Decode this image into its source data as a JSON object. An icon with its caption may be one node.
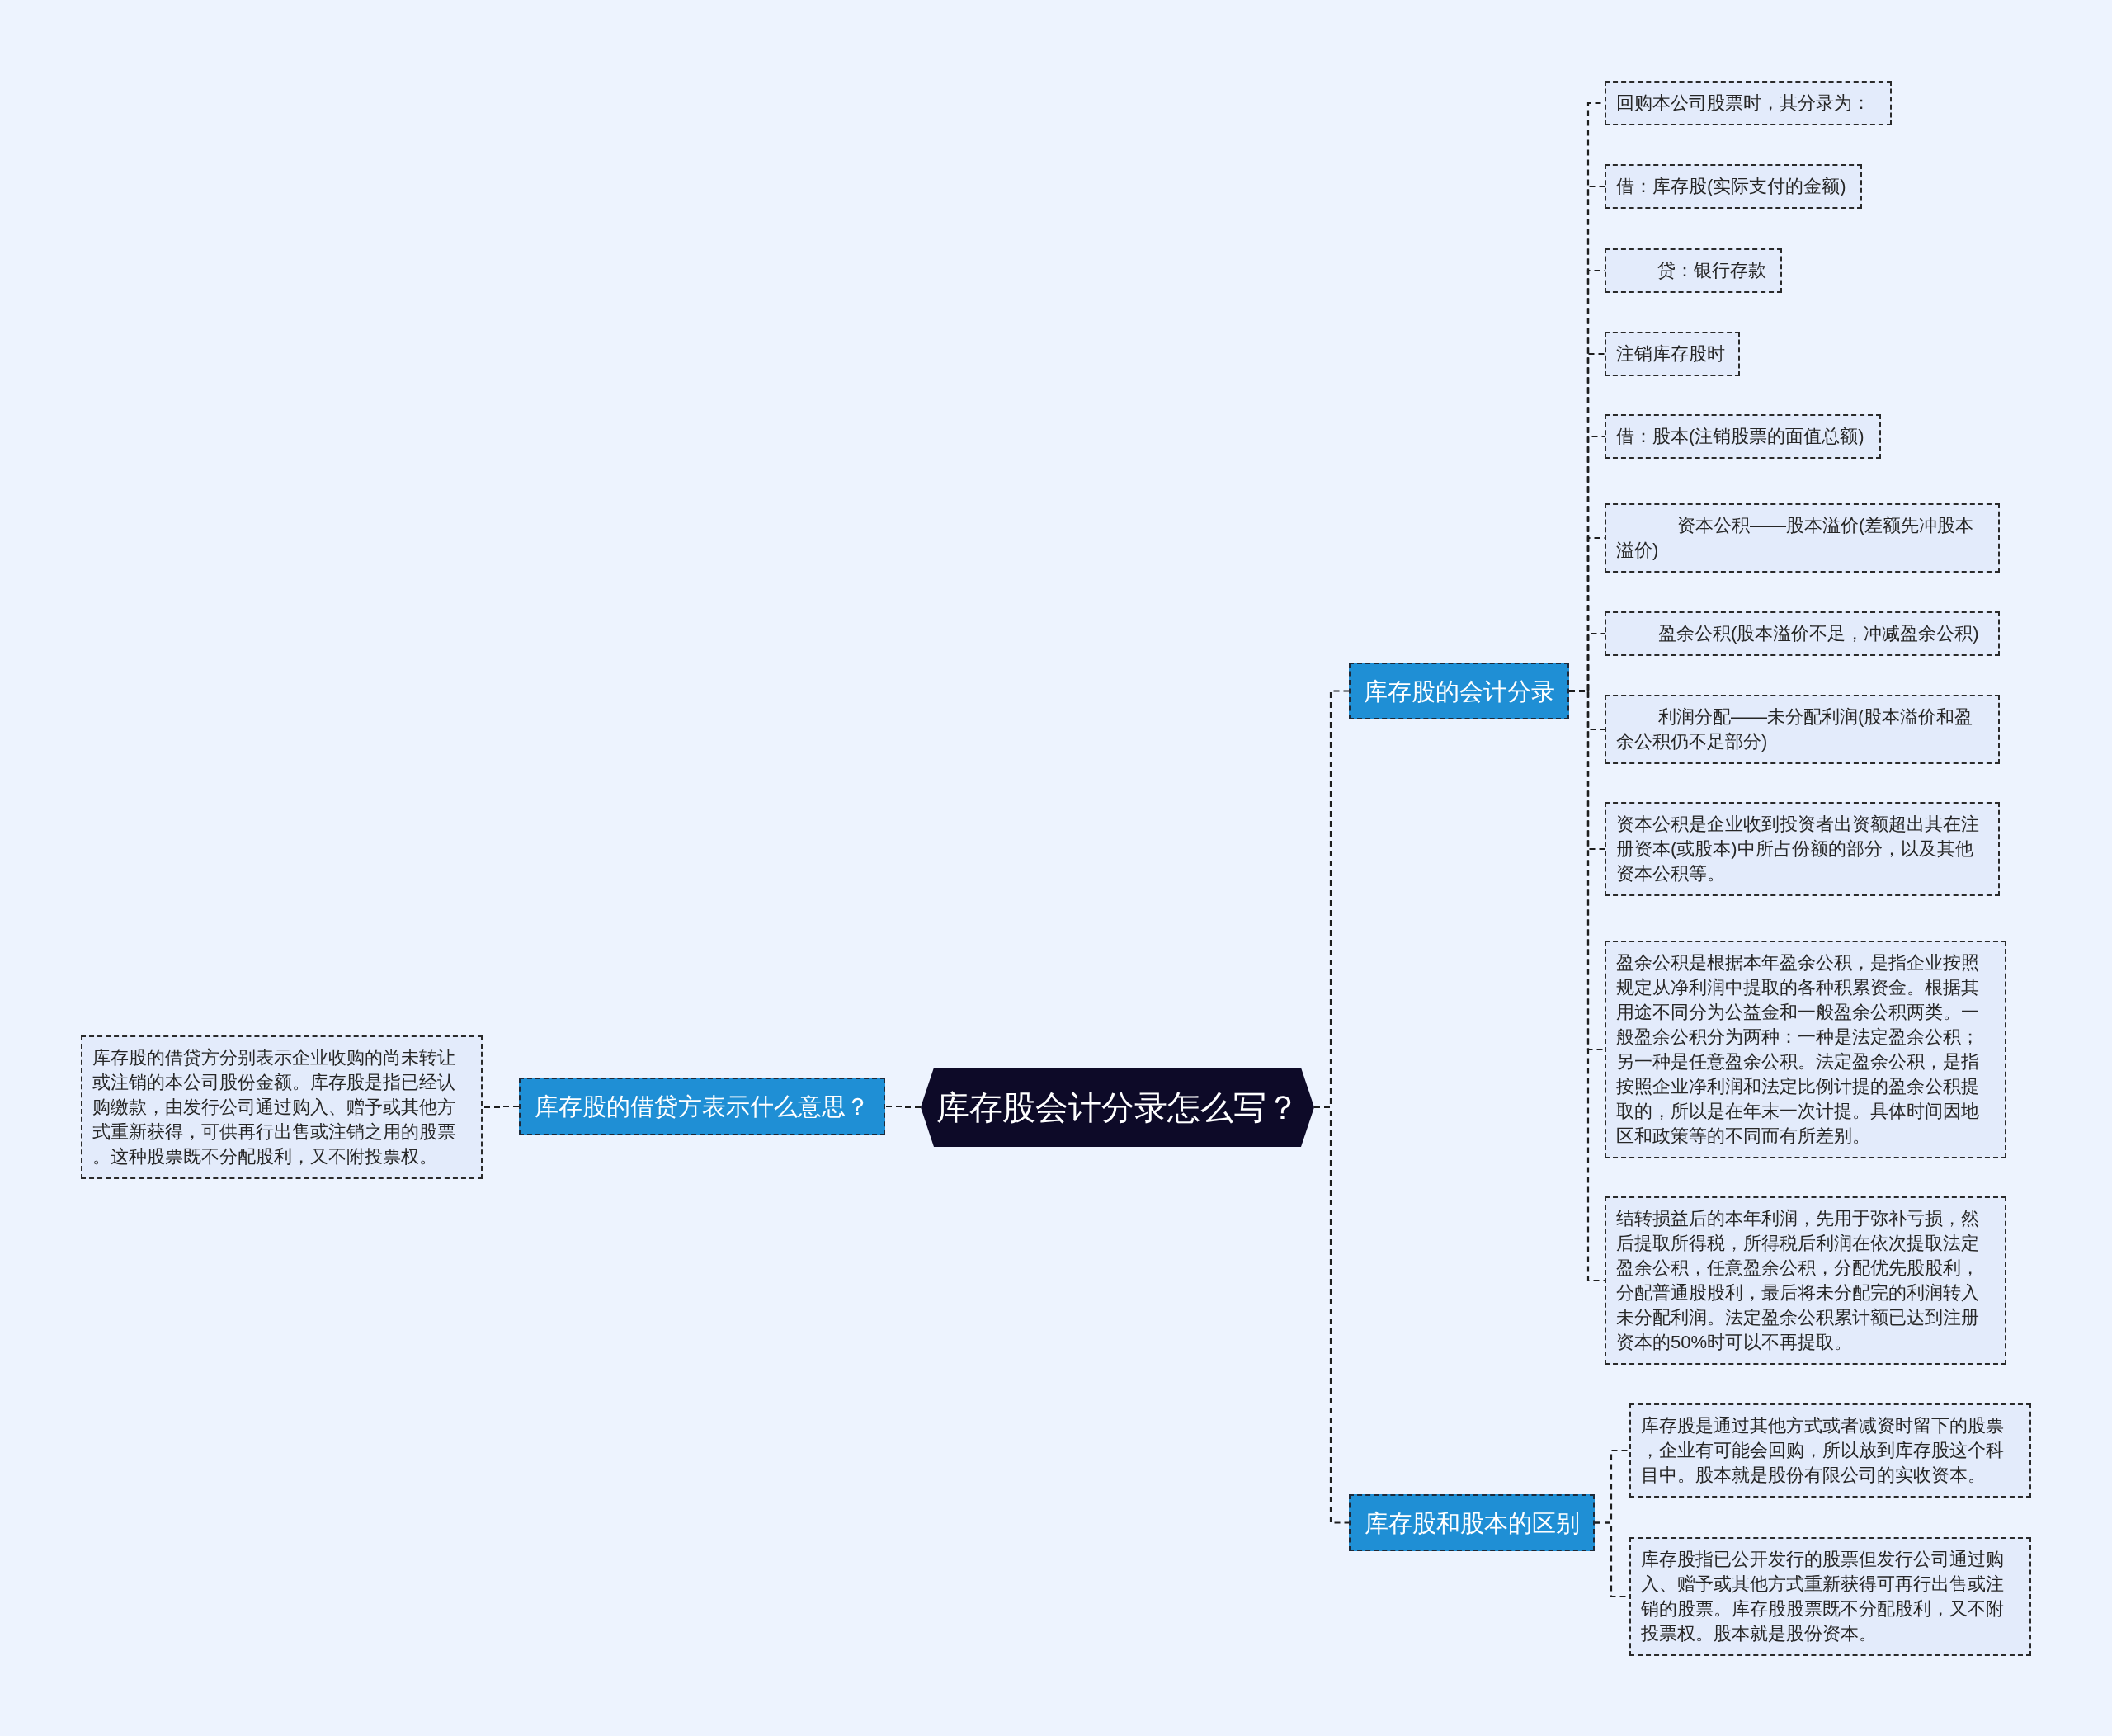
{
  "diagram": {
    "nodes": [
      {
        "text": [
          "库存股会计分录怎么写？"
        ]
      },
      {
        "text": [
          "库存股的借贷方表示什么意思？"
        ]
      },
      {
        "text": [
          "库存股的借贷方分别表示企业收购的尚未转让或注销的本公司股份金额。库存股是指已经认购缴款，由发行公司通过购入、赠予或其他方式重新获得，可供再行出售或注销之用的股票。这种股票既不分配股利，又不附投票权。"
        ]
      },
      {
        "text": [
          "库存股的会计分录"
        ]
      },
      {
        "text": [
          "回购本公司股票时，其分录为："
        ]
      },
      {
        "text": [
          "借：库存股(实际支付的金额)"
        ]
      },
      {
        "text": [
          "贷：银行存款"
        ]
      },
      {
        "text": [
          "注销库存股时"
        ]
      },
      {
        "text": [
          "借：股本(注销股票的面值总额)"
        ]
      },
      {
        "text": [
          "资本公积——股本溢价(差额先冲股本溢价)"
        ]
      },
      {
        "text": [
          "盈余公积(股本溢价不足，冲减盈余公积)"
        ]
      },
      {
        "text": [
          "利润分配——未分配利润(股本溢价和盈余公积仍不足部分)"
        ]
      },
      {
        "text": [
          "资本公积是企业收到投资者出资额超出其在注册资本(或股本)中所占份额的部分，以及其他资本公积等。"
        ]
      },
      {
        "text": [
          "盈余公积是根据本年盈余公积，是指企业按照规定从净利润中提取的各种积累资金。根据其用途不同分为公益金和一般盈余公积两类。一般盈余公积分为两种：一种是法定盈余公积；另一种是任意盈余公积。法定盈余公积，是指按照企业净利润和法定比例计提的盈余公积提取的，所以是在年末一次计提。具体时间因地区和政策等的不同而有所差别。"
        ]
      },
      {
        "text": [
          "结转损益后的本年利润，先用于弥补亏损，然后提取所得税，所得税后利润在依次提取法定盈余公积，任意盈余公积，分配优先股股利，分配普通股股利，最后将未分配完的利润转入未分配利润。法定盈余公积累计额已达到注册资本的50%时可以不再提取。"
        ]
      },
      {
        "text": [
          "库存股和股本的区别"
        ]
      },
      {
        "text": [
          "库存股是通过其他方式或者减资时留下的股票，企业有可能会回购，所以放到库存股这个科目中。股本就是股份有限公司的实收资本。"
        ]
      },
      {
        "text": [
          "库存股指已公开发行的股票但发行公司通过购入、赠予或其他方式重新获得可再行出售或注销的股票。库存股股票既不分配股利，又不附投票权。股本就是股份资本。"
        ]
      }
    ],
    "edges": [
      {
        "from": 0,
        "to": 1,
        "arrow": "none"
      },
      {
        "from": 1,
        "to": 2,
        "arrow": "none"
      },
      {
        "from": 0,
        "to": 3,
        "arrow": "none"
      },
      {
        "from": 3,
        "to": 4,
        "arrow": "none"
      },
      {
        "from": 3,
        "to": 5,
        "arrow": "none"
      },
      {
        "from": 3,
        "to": 6,
        "arrow": "none"
      },
      {
        "from": 3,
        "to": 7,
        "arrow": "none"
      },
      {
        "from": 3,
        "to": 8,
        "arrow": "none"
      },
      {
        "from": 3,
        "to": 9,
        "arrow": "none"
      },
      {
        "from": 3,
        "to": 10,
        "arrow": "none"
      },
      {
        "from": 3,
        "to": 11,
        "arrow": "none"
      },
      {
        "from": 3,
        "to": 12,
        "arrow": "none"
      },
      {
        "from": 3,
        "to": 13,
        "arrow": "none"
      },
      {
        "from": 3,
        "to": 14,
        "arrow": "none"
      },
      {
        "from": 0,
        "to": 15,
        "arrow": "none"
      },
      {
        "from": 15,
        "to": 16,
        "arrow": "none"
      },
      {
        "from": 15,
        "to": 17,
        "arrow": "none"
      }
    ]
  }
}
